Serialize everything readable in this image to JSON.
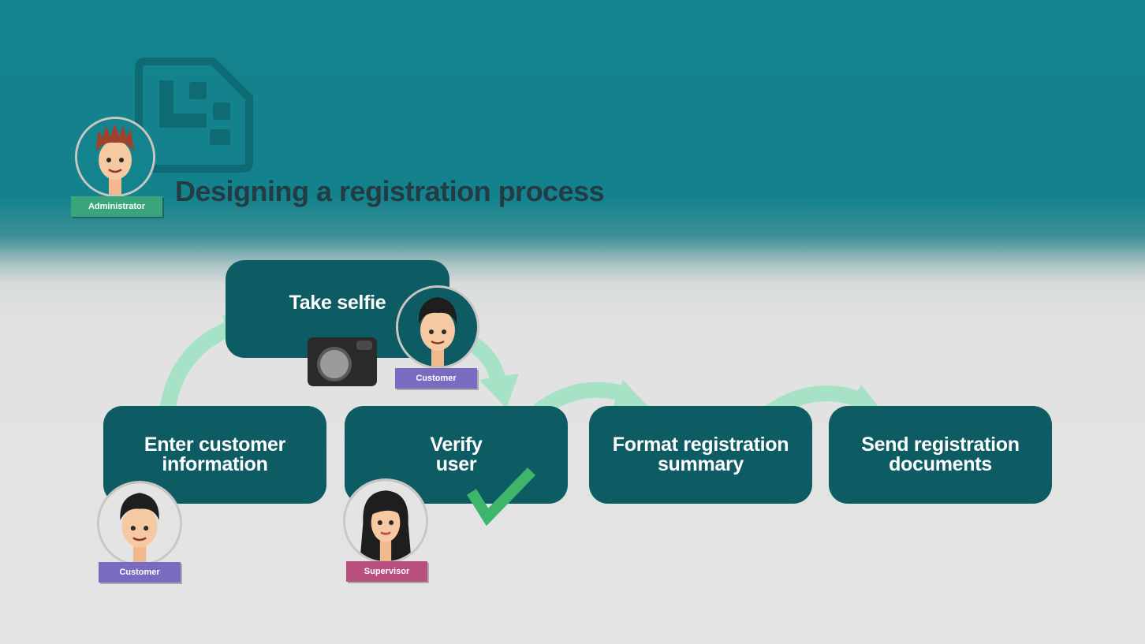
{
  "title": "Designing a registration process",
  "steps": [
    {
      "id": "enter",
      "label": "Enter customer\ninformation"
    },
    {
      "id": "selfie",
      "label": "Take selfie"
    },
    {
      "id": "verify",
      "label": "Verify\nuser"
    },
    {
      "id": "format",
      "label": "Format registration\nsummary"
    },
    {
      "id": "send",
      "label": "Send registration\ndocuments"
    }
  ],
  "roles": {
    "administrator": "Administrator",
    "customer_selfie": "Customer",
    "customer_enter": "Customer",
    "supervisor": "Supervisor"
  },
  "colors": {
    "node": "#0e5c63",
    "arrow": "#a6e3c6",
    "check": "#3fb56b",
    "administrator_badge": "#3aa47a",
    "customer_badge": "#7a6ac0",
    "supervisor_badge": "#b84f7d"
  },
  "icons": [
    "document-icon",
    "camera-icon",
    "checkmark-icon"
  ]
}
